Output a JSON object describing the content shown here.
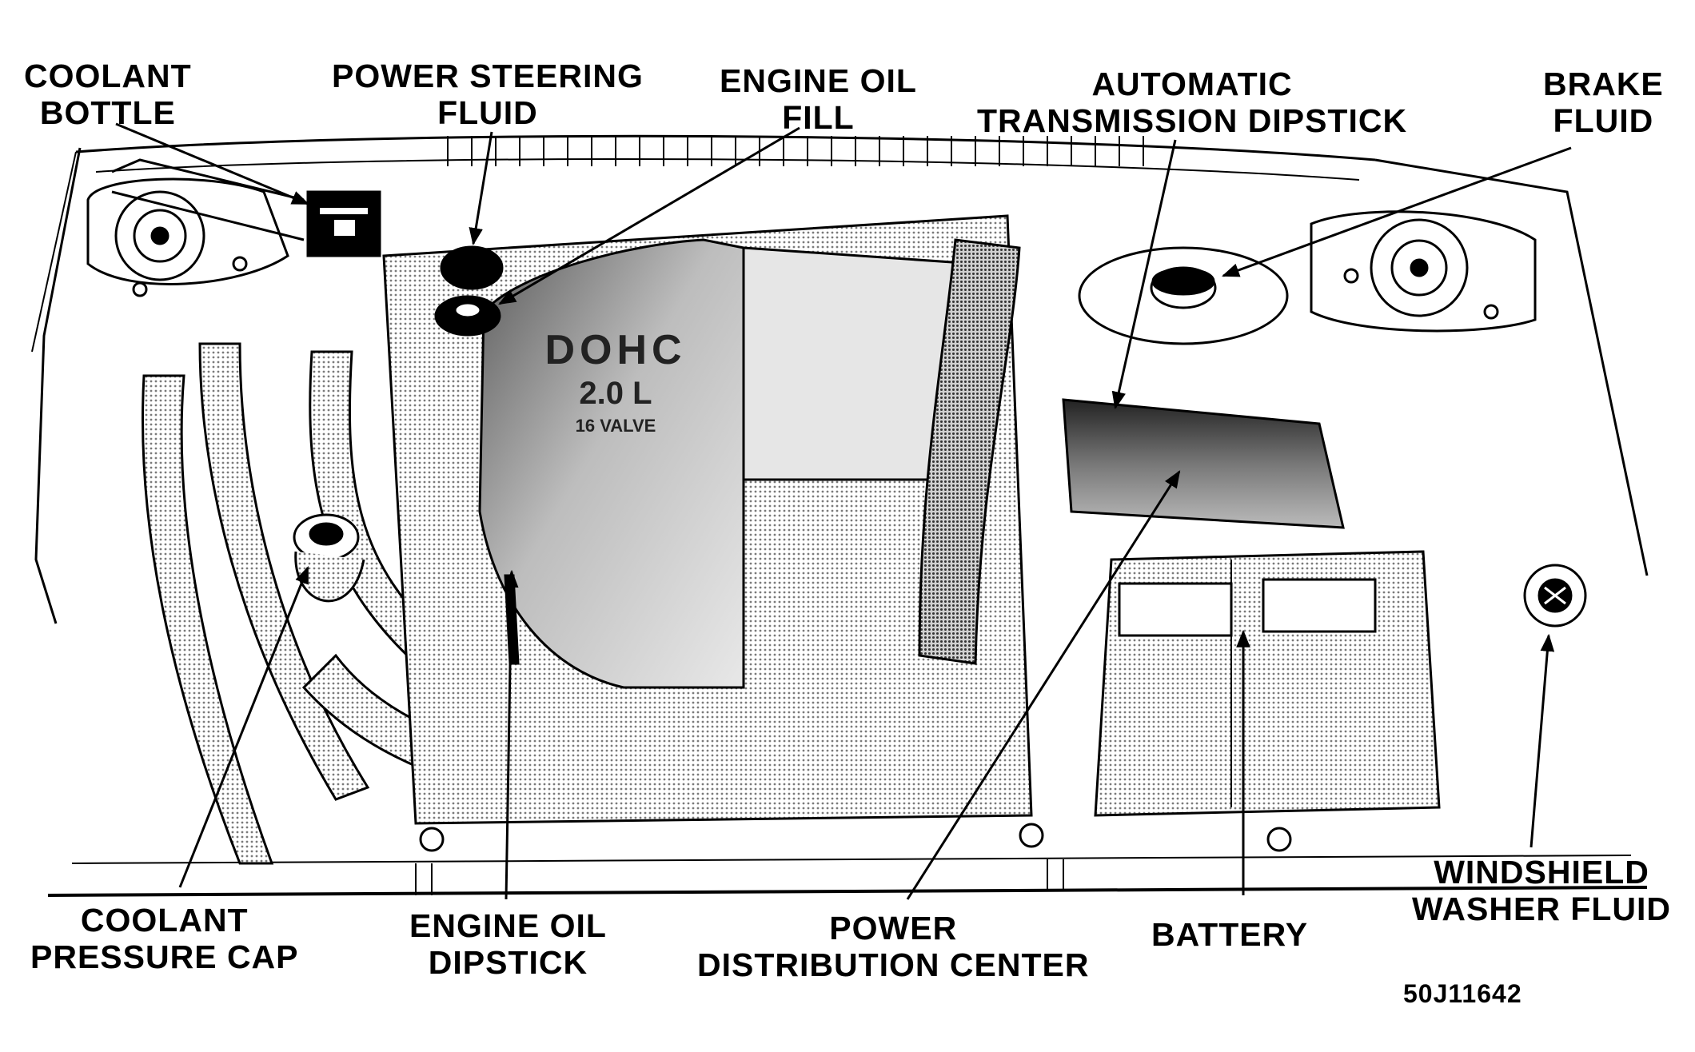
{
  "callouts": {
    "coolant_bottle": [
      "COOLANT",
      "BOTTLE"
    ],
    "power_steering_fluid": [
      "POWER STEERING",
      "FLUID"
    ],
    "engine_oil_fill": [
      "ENGINE OIL",
      "FILL"
    ],
    "automatic_transmission_dipstick": [
      "AUTOMATIC",
      "TRANSMISSION DIPSTICK"
    ],
    "brake_fluid": [
      "BRAKE",
      "FLUID"
    ],
    "coolant_pressure_cap": [
      "COOLANT",
      "PRESSURE CAP"
    ],
    "engine_oil_dipstick": [
      "ENGINE OIL",
      "DIPSTICK"
    ],
    "power_distribution_center": [
      "POWER",
      "DISTRIBUTION CENTER"
    ],
    "battery": [
      "BATTERY"
    ],
    "windshield_washer_fluid": [
      "WINDSHIELD",
      "WASHER FLUID"
    ]
  },
  "engine_decal": {
    "line1": "DOHC",
    "line2": "2.0 L",
    "line3": "16 VALVE"
  },
  "figure_id": "50J11642",
  "colors": {
    "ink": "#000000",
    "paper": "#ffffff",
    "shade": "#bdbdbd",
    "dark_shade": "#6f6f6f"
  }
}
